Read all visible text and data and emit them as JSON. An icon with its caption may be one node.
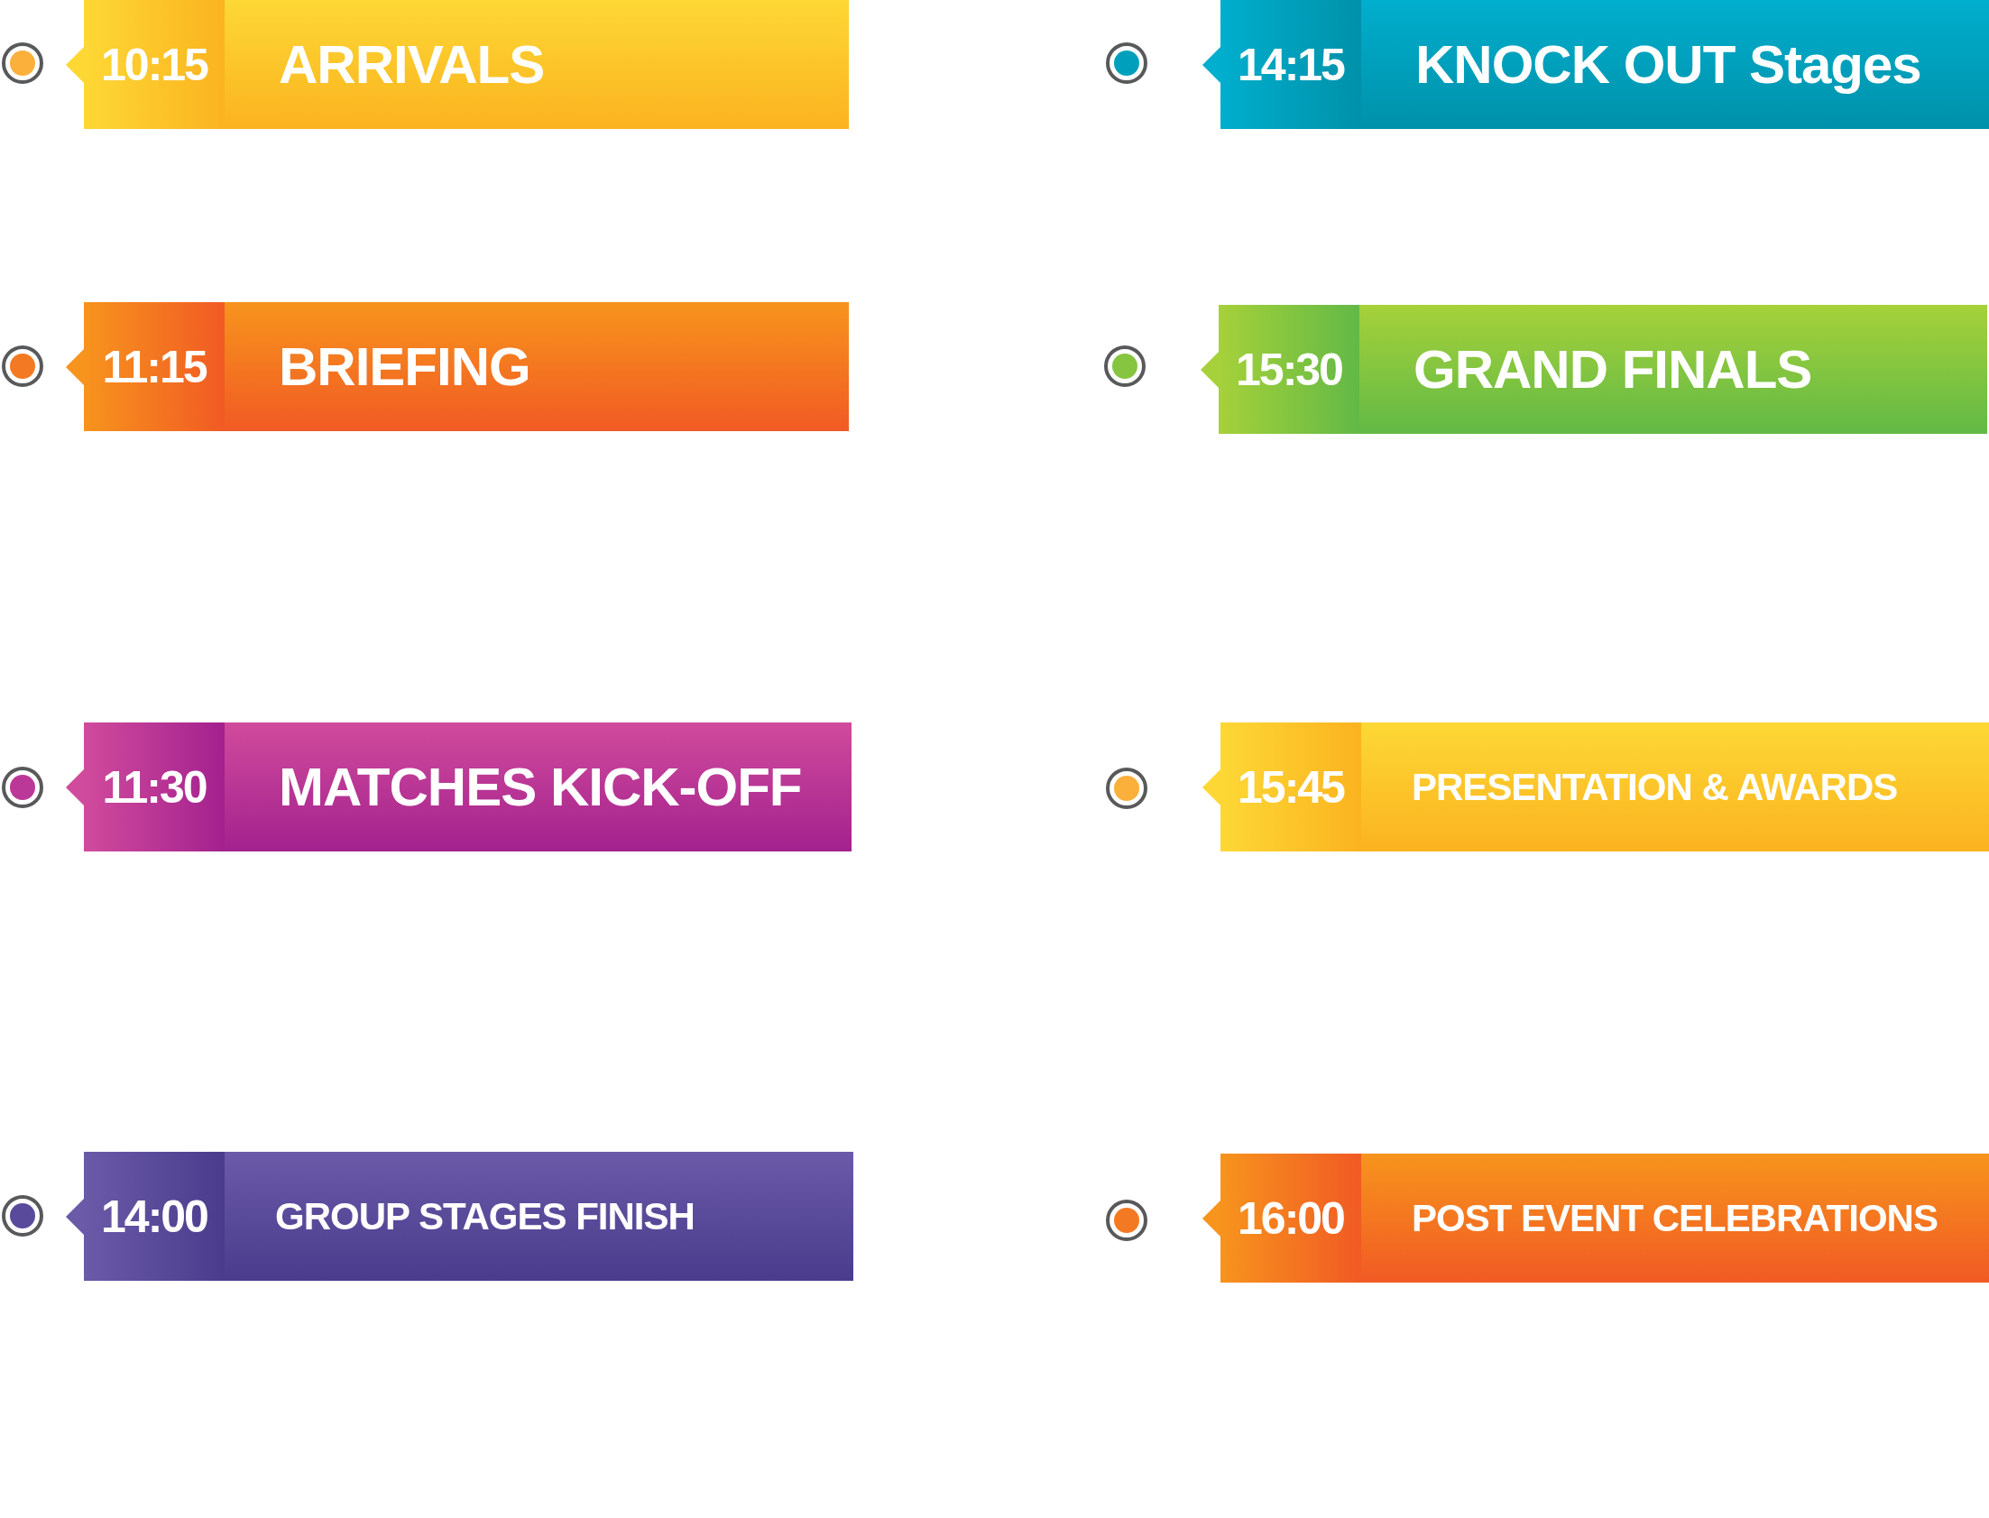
{
  "diagram": {
    "nodes": [
      {
        "text": [
          "10:15",
          "ARRIVALS"
        ]
      },
      {
        "text": [
          "14:15",
          "KNOCK OUT Stages"
        ]
      },
      {
        "text": [
          "11:15",
          "BRIEFING"
        ]
      },
      {
        "text": [
          "15:30",
          "GRAND FINALS"
        ]
      },
      {
        "text": [
          "11:30",
          "MATCHES KICK-OFF"
        ]
      },
      {
        "text": [
          "15:45",
          "PRESENTATION & AWARDS"
        ]
      },
      {
        "text": [
          "14:00",
          "GROUP STAGES FINISH"
        ]
      },
      {
        "text": [
          "16:00",
          "POST EVENT CELEBRATIONS"
        ]
      }
    ]
  }
}
